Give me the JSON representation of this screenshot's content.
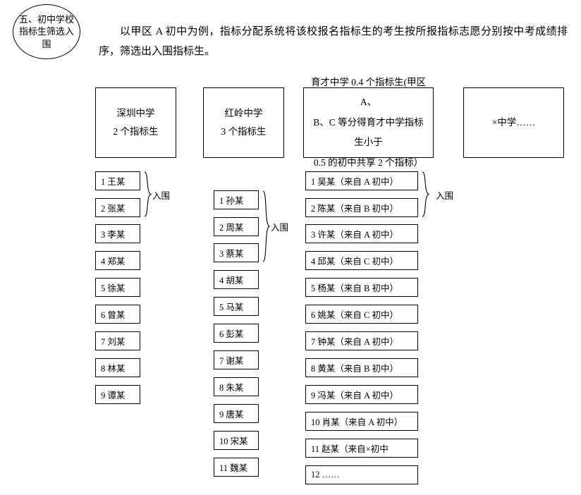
{
  "heading": {
    "oval_text": "五、初中学校指标生筛选入围"
  },
  "intro": {
    "text": "以甲区 A 初中为例，指标分配系统将该校报名指标生的考生按所报指标志愿分别按中考成绩排序，筛选出入围指标生。"
  },
  "schools": [
    {
      "name": "深圳中学",
      "quota": "2 个指标生"
    },
    {
      "name": "红岭中学",
      "quota": "3 个指标生"
    },
    {
      "name": "育才中学 0.4 个指标生(甲区 A、",
      "quota": "B、C 等分得育才中学指标生小于",
      "quota2": "0.5 的初中共享 2 个指标）"
    },
    {
      "name": "×中学……",
      "quota": ""
    }
  ],
  "columns": [
    {
      "key": "shenzhen",
      "qualified_label": "入围",
      "qualified_count": 2,
      "items": [
        "1 王某",
        "2 张某",
        "3 李某",
        "4 郑某",
        "5 徐某",
        "6 曾某",
        "7 刘某",
        "8 林某",
        "9 谭某"
      ]
    },
    {
      "key": "hongling",
      "qualified_label": "入围",
      "qualified_count": 3,
      "items": [
        "1 孙某",
        "2 周某",
        "3 蔡某",
        "4 胡某",
        "5 马某",
        "6 彭某",
        "7 谢某",
        "8 朱某",
        "9 唐某",
        "10 宋某",
        "11 魏某"
      ]
    },
    {
      "key": "yucai",
      "qualified_label": "入围",
      "qualified_count": 2,
      "items": [
        "1 吴某（来自 A 初中）",
        "2 陈某（来自 B 初中）",
        "3 许某（来自 A 初中）",
        "4 邱某（来自 C 初中）",
        "5 杨某（来自 B 初中）",
        "6 姚某（来自 C 初中）",
        "7 钟某（来自 A 初中）",
        "8 黄某（来自 B 初中）",
        "9 冯某（来自 A 初中）",
        "10 肖某（来自 A 初中）",
        "11 赵某（来自×初中",
        "12 ……"
      ]
    }
  ]
}
